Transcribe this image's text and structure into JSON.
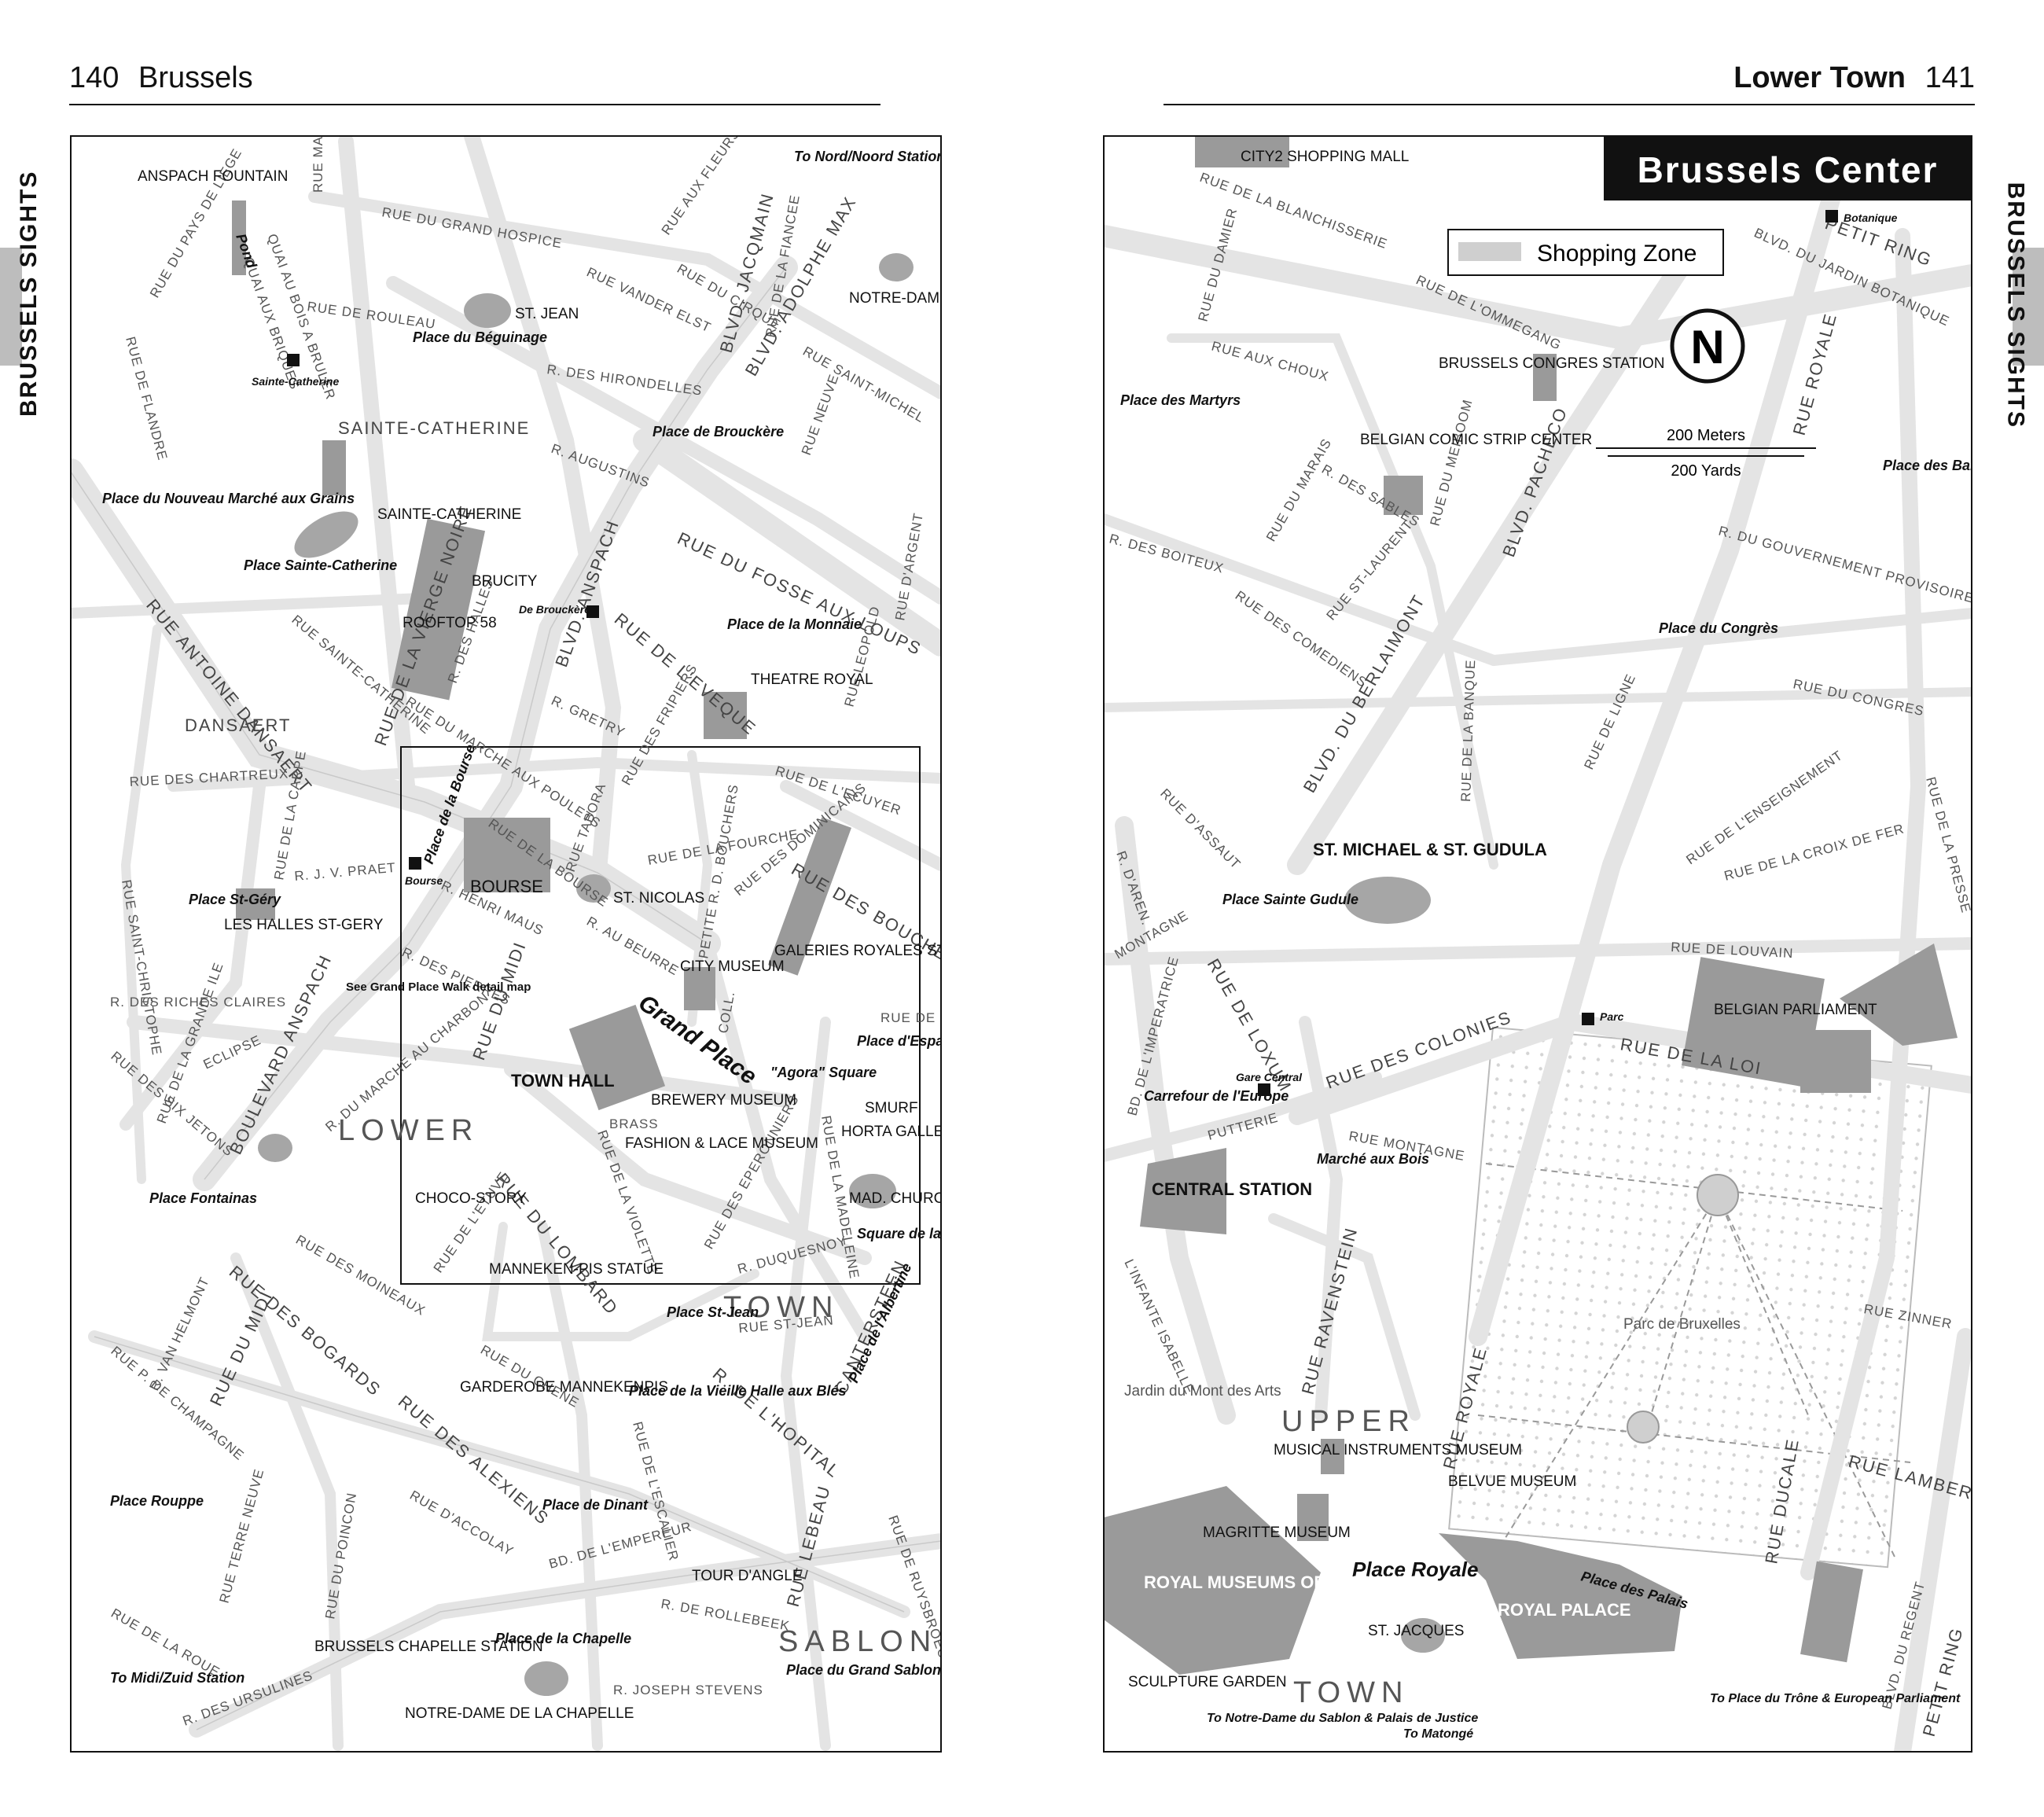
{
  "header": {
    "left_page_num": "140",
    "left_title": "Brussels",
    "right_title": "Lower Town",
    "right_page_num": "141"
  },
  "side_tabs": {
    "left": "BRUSSELS SIGHTS",
    "right": "BRUSSELS SIGHTS"
  },
  "colors": {
    "road": "#e9e9e9",
    "building": "#9a9a9a",
    "shopping_zone": "#cfcfcf",
    "ink": "#111111"
  },
  "left_map": {
    "districts": [
      "SAINTE-CATHERINE",
      "DANSAERT",
      "LOWER",
      "TOWN",
      "SABLON"
    ],
    "streets": [
      "RUE MARCQ",
      "RUE DU GRAND HOSPICE",
      "RUE DU PAYS DE LIEGE",
      "QUAI AUX BRIQUES",
      "QUAI AU BOIS A BRULER",
      "RUE DE ROULEAU",
      "RUE DE FLANDRE",
      "RUE VANDER ELST",
      "R. DES HIRONDELLES",
      "RUE AUX FLEURS",
      "RUE DU CIRQUE",
      "BLVD. JACQMAIN",
      "RUE DE LA FIANCEE",
      "BLVD. ADOLPHE MAX",
      "RUE SAINT-MICHEL",
      "R. AUGUSTINS",
      "RUE NEUVE",
      "RUE DU FOSSE AUX LOUPS",
      "RUE D'ARGENT",
      "RUE DE LA VIERGE NOIRE",
      "BLVD. ANSPACH",
      "RUE ANTOINE DANSAERT",
      "RUE SAINTE-CATHERINE",
      "R. DES HALLES",
      "RUE DE L'EVEQUE",
      "RUE LEOPOLD",
      "R. GRETRY",
      "RUE DU MARCHE AUX POULETS",
      "RUE DES FRIPIERS",
      "RUE DES CHARTREUX",
      "RUE DE LA FOURCHE",
      "RUE DE L'ECUYER",
      "RUE TABORA",
      "RUE DE LA BOURSE",
      "RUE DES DOMINICAINS",
      "PETITE R. D. BOUCHERS",
      "RUE DES BOUCHERS",
      "R. J. V. PRAET",
      "RUE DE LA CARPE",
      "RUE SAINT-CHRISTOPHE",
      "R. HENRI MAUS",
      "R. AU BEURRE",
      "R. DES PIERRES",
      "RUE DU MIDI",
      "R. DES RICHES CLAIRES",
      "RUE DES SIX JETONS",
      "RUE DE LA GRANDE ILE",
      "ECLIPSE",
      "BOULEVARD ANSPACH",
      "R. DU MARCHE AU CHARBON",
      "COLL.",
      "RUE DE LA",
      "BRASS",
      "RUE DE LA VIOLETTE",
      "RUE DES EPERONNIERS",
      "RUE DE LA MADELEINE",
      "R. DUQUESNOY",
      "RUE DU LOMBARD",
      "RUE DE L'ETUVE",
      "RUE DES MOINEAUX",
      "RUE DES BOGARDS",
      "R. VAN HELMONT",
      "RUE P. DE CHAMPAGNE",
      "RUE DU MIDI",
      "RUE DU CHENE",
      "RUE ST-JEAN",
      "R. DE L'HOPITAL",
      "CANTERSTEEN",
      "RUE DES ALEXIENS",
      "RUE DE L'ESCALIER",
      "RUE D'ACCOLAY",
      "BD. DE L'EMPEREUR",
      "RUE TERRE NEUVE",
      "RUE DU POINCON",
      "RUE LEBEAU",
      "RUE DE RUYSBROECK",
      "R. DE ROLLEBEEK",
      "RUE DE LA ROUE",
      "R. DES URSULINES",
      "R. JOSEPH STEVENS"
    ],
    "squares": [
      "Place du Béguinage",
      "Place de Brouckère",
      "Place du Nouveau Marché aux Grains",
      "Place Sainte-Catherine",
      "Place de la Monnaie",
      "Place de la Bourse",
      "Place St-Géry",
      "Grand Place",
      "Place d'Espagne",
      "\"Agora\" Square",
      "Square de la Putterie",
      "Place Fontainas",
      "Place St-Jean",
      "Place de l'Albertine",
      "Place de la Vieille Halle aux Blés",
      "Place de Dinant",
      "Place Rouppe",
      "Place de la Chapelle",
      "Place du Grand Sablon"
    ],
    "sights": [
      "ANSPACH FOUNTAIN",
      "Pond",
      "ST. JEAN",
      "NOTRE-DAME DU FINISTERE",
      "SAINTE-CATHERINE",
      "BRUCITY",
      "ROOFTOP 58",
      "THEATRE ROYAL",
      "BOURSE",
      "ST. NICOLAS",
      "LES HALLES ST-GERY",
      "CITY MUSEUM",
      "GALERIES ROYALES ST. HUBERT",
      "TOWN HALL",
      "BREWERY MUSEUM",
      "FASHION & LACE MUSEUM",
      "SMURF",
      "HORTA GALLERY",
      "MAD. CHURCH",
      "CHOCO-STORY",
      "MANNEKEN-PIS STATUE",
      "GARDEROBE MANNEKENPIS",
      "TOUR D'ANGLE",
      "BRUSSELS CHAPELLE STATION",
      "NOTRE-DAME DE LA CHAPELLE"
    ],
    "metro_stops": [
      "Sainte-Catherine",
      "De Brouckère",
      "Bourse"
    ],
    "notes": [
      "To Nord/Noord Station",
      "See Grand Place Walk detail map",
      "To Midi/Zuid Station"
    ]
  },
  "right_map": {
    "title": "Brussels Center",
    "legend": {
      "label": "Shopping Zone"
    },
    "scale": {
      "meters": "200 Meters",
      "yards": "200 Yards"
    },
    "districts": [
      "UPPER",
      "TOWN"
    ],
    "streets": [
      "RUE DE LA BLANCHISSERIE",
      "RUE DU DAMIER",
      "RUE DE L'OMMEGANG",
      "RUE AUX CHOUX",
      "PETIT RING",
      "BLVD. DU JARDIN BOTANIQUE",
      "RUE ROYALE",
      "RUE DU MARAIS",
      "R. DES SABLES",
      "RUE DU MEIBOOM",
      "BLVD. PACHECO",
      "R. DES BOITEUX",
      "RUE DES COMEDIENS",
      "RUE ST-LAURENT",
      "R. DU GOUVERNEMENT PROVISOIRE",
      "BLVD. DU BERLAIMONT",
      "RUE DE LA BANQUE",
      "RUE DE LIGNE",
      "RUE DU CONGRES",
      "RUE D'ASSAUT",
      "RUE DE L'ENSEIGNEMENT",
      "RUE DE LA PRESSE",
      "RUE DE LA CROIX DE FER",
      "R. D'AREN.",
      "MONTAGNE",
      "BD. DE L'IMPERATRICE",
      "RUE DE LOXUM",
      "RUE DE LOUVAIN",
      "RUE DES COLONIES",
      "RUE DE LA LOI",
      "PUTTERIE",
      "RUE MONTAGNE",
      "L'INFANTE ISABELLE",
      "RUE RAVENSTEIN",
      "RUE ZINNER",
      "RUE DUCALE",
      "RUE LAMBERMONT",
      "BLVD. DU REGENT"
    ],
    "squares": [
      "Place des Martyrs",
      "Place des Barricades",
      "Place du Congrès",
      "Place Sainte Gudule",
      "Carrefour de l'Europe",
      "Marché aux Bois",
      "Place Royale",
      "Place des Palais"
    ],
    "sights": [
      "CITY2 SHOPPING MALL",
      "BRUSSELS CONGRES STATION",
      "BELGIAN COMIC STRIP CENTER",
      "ST. MICHAEL & ST. GUDULA",
      "BELGIAN PARLIAMENT",
      "CENTRAL STATION",
      "Parc de Bruxelles",
      "Jardin du Mont des Arts",
      "MUSICAL INSTRUMENTS MUSEUM",
      "BELVUE MUSEUM",
      "MAGRITTE MUSEUM",
      "ROYAL MUSEUMS OF FINE ARTS",
      "ROYAL PALACE",
      "ST. JACQUES",
      "SCULPTURE GARDEN"
    ],
    "metro_stops": [
      "Botanique",
      "Gare Central",
      "Parc"
    ],
    "notes": [
      "To Notre-Dame du Sablon & Palais de Justice",
      "To Matongé",
      "To Place du Trône & European Parliament"
    ]
  }
}
